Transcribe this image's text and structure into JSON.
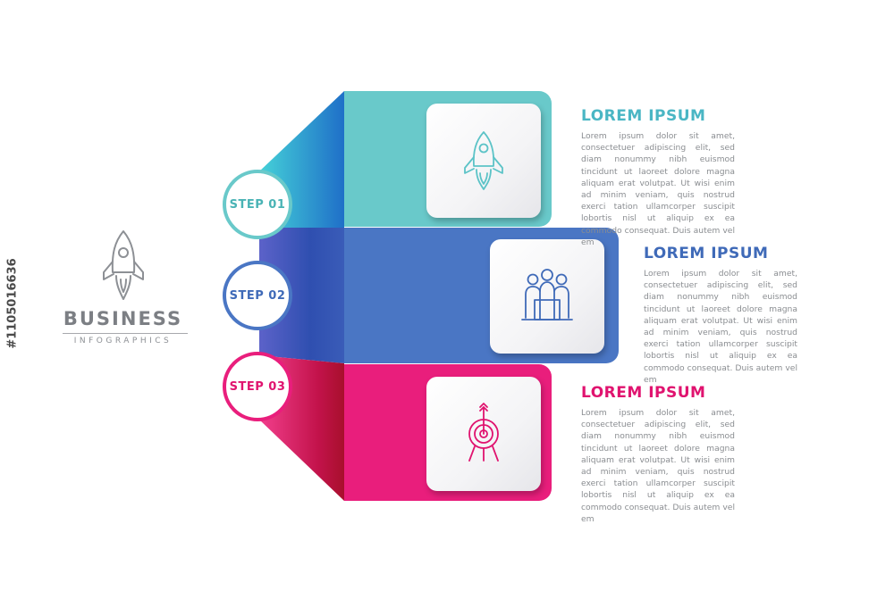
{
  "logo": {
    "icon": "rocket-icon",
    "title": "BUSINESS",
    "subtitle": "INFOGRAPHICS"
  },
  "side_id": "#1105016636",
  "colors": {
    "teal": "#69c9ca",
    "blue": "#4a76c4",
    "magenta": "#e91e7c",
    "gray": "#7c7f84"
  },
  "steps": [
    {
      "label": "STEP 01",
      "icon": "rocket-icon",
      "heading": "LOREM IPSUM",
      "body": "Lorem ipsum dolor sit amet, consectetuer adipiscing elit, sed diam nonummy nibh euismod tincidunt ut laoreet dolore magna aliquam erat volutpat. Ut wisi enim ad minim veniam, quis nostrud exerci tation ullamcorper suscipit lobortis nisl ut aliquip ex ea commodo consequat. Duis autem vel em"
    },
    {
      "label": "STEP 02",
      "icon": "team-icon",
      "heading": "LOREM IPSUM",
      "body": "Lorem ipsum dolor sit amet, consectetuer adipiscing elit, sed diam nonummy nibh euismod tincidunt ut laoreet dolore magna aliquam erat volutpat. Ut wisi enim ad minim veniam, quis nostrud exerci tation ullamcorper suscipit lobortis nisl ut aliquip ex ea commodo consequat. Duis autem vel em"
    },
    {
      "label": "STEP 03",
      "icon": "target-icon",
      "heading": "LOREM IPSUM",
      "body": "Lorem ipsum dolor sit amet, consectetuer adipiscing elit, sed diam nonummy nibh euismod tincidunt ut laoreet dolore magna aliquam erat volutpat. Ut wisi enim ad minim veniam, quis nostrud exerci tation ullamcorper suscipit lobortis nisl ut aliquip ex ea commodo consequat. Duis autem vel em"
    }
  ]
}
